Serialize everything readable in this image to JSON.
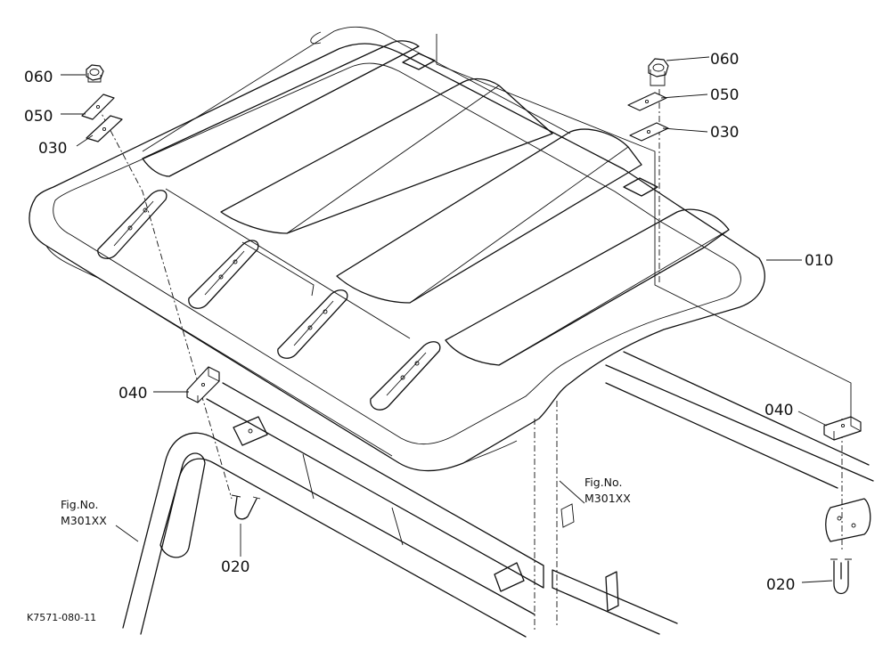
{
  "parts": [
    {
      "id": "p-060-left",
      "label": "060"
    },
    {
      "id": "p-050-left",
      "label": "050"
    },
    {
      "id": "p-030-left",
      "label": "030"
    },
    {
      "id": "p-060-right",
      "label": "060"
    },
    {
      "id": "p-050-right",
      "label": "050"
    },
    {
      "id": "p-030-right",
      "label": "030"
    },
    {
      "id": "p-010",
      "label": "010"
    },
    {
      "id": "p-040-left",
      "label": "040"
    },
    {
      "id": "p-040-right",
      "label": "040"
    },
    {
      "id": "p-020-left",
      "label": "020"
    },
    {
      "id": "p-020-right",
      "label": "020"
    }
  ],
  "figure_refs": [
    {
      "line1": "Fig.No.",
      "line2": "M301XX"
    },
    {
      "line1": "Fig.No.",
      "line2": "M301XX"
    }
  ],
  "drawing_code": "K7571-080-11"
}
